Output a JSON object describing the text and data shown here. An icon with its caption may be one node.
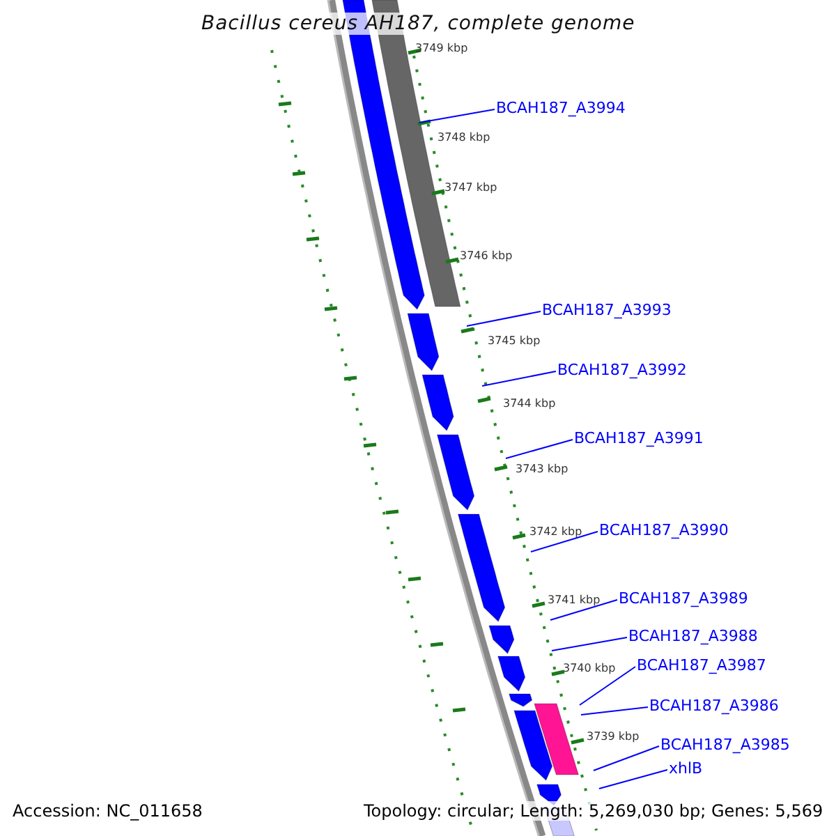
{
  "diagram": {
    "title": "Bacillus cereus AH187, complete genome",
    "nodes": [
      {
        "text": [
          "BCAH187_A3994"
        ]
      },
      {
        "text": [
          "BCAH187_A3993"
        ]
      },
      {
        "text": [
          "BCAH187_A3992"
        ]
      },
      {
        "text": [
          "BCAH187_A3991"
        ]
      },
      {
        "text": [
          "BCAH187_A3990"
        ]
      },
      {
        "text": [
          "BCAH187_A3989"
        ]
      },
      {
        "text": [
          "BCAH187_A3988"
        ]
      },
      {
        "text": [
          "BCAH187_A3987"
        ]
      },
      {
        "text": [
          "BCAH187_A3986"
        ]
      },
      {
        "text": [
          "BCAH187_A3985"
        ]
      },
      {
        "text": [
          "xhlB"
        ]
      }
    ],
    "edges": [
      {
        "from": 0,
        "to": null,
        "arrow": "none"
      },
      {
        "from": 1,
        "to": null,
        "arrow": "none"
      },
      {
        "from": 2,
        "to": null,
        "arrow": "none"
      },
      {
        "from": 3,
        "to": null,
        "arrow": "none"
      },
      {
        "from": 4,
        "to": null,
        "arrow": "none"
      },
      {
        "from": 5,
        "to": null,
        "arrow": "none"
      },
      {
        "from": 6,
        "to": null,
        "arrow": "none"
      },
      {
        "from": 7,
        "to": null,
        "arrow": "none"
      },
      {
        "from": 8,
        "to": null,
        "arrow": "none"
      },
      {
        "from": 9,
        "to": null,
        "arrow": "none"
      },
      {
        "from": 10,
        "to": null,
        "arrow": "none"
      }
    ],
    "labels": [
      "3749 kbp",
      "3748 kbp",
      "3747 kbp",
      "3746 kbp",
      "3745 kbp",
      "3744 kbp",
      "3743 kbp",
      "3742 kbp",
      "3741 kbp",
      "3740 kbp",
      "3739 kbp",
      "Accession: NC_011658",
      "Topology: circular; Length: 5,269,030 bp; Genes: 5,569"
    ]
  }
}
